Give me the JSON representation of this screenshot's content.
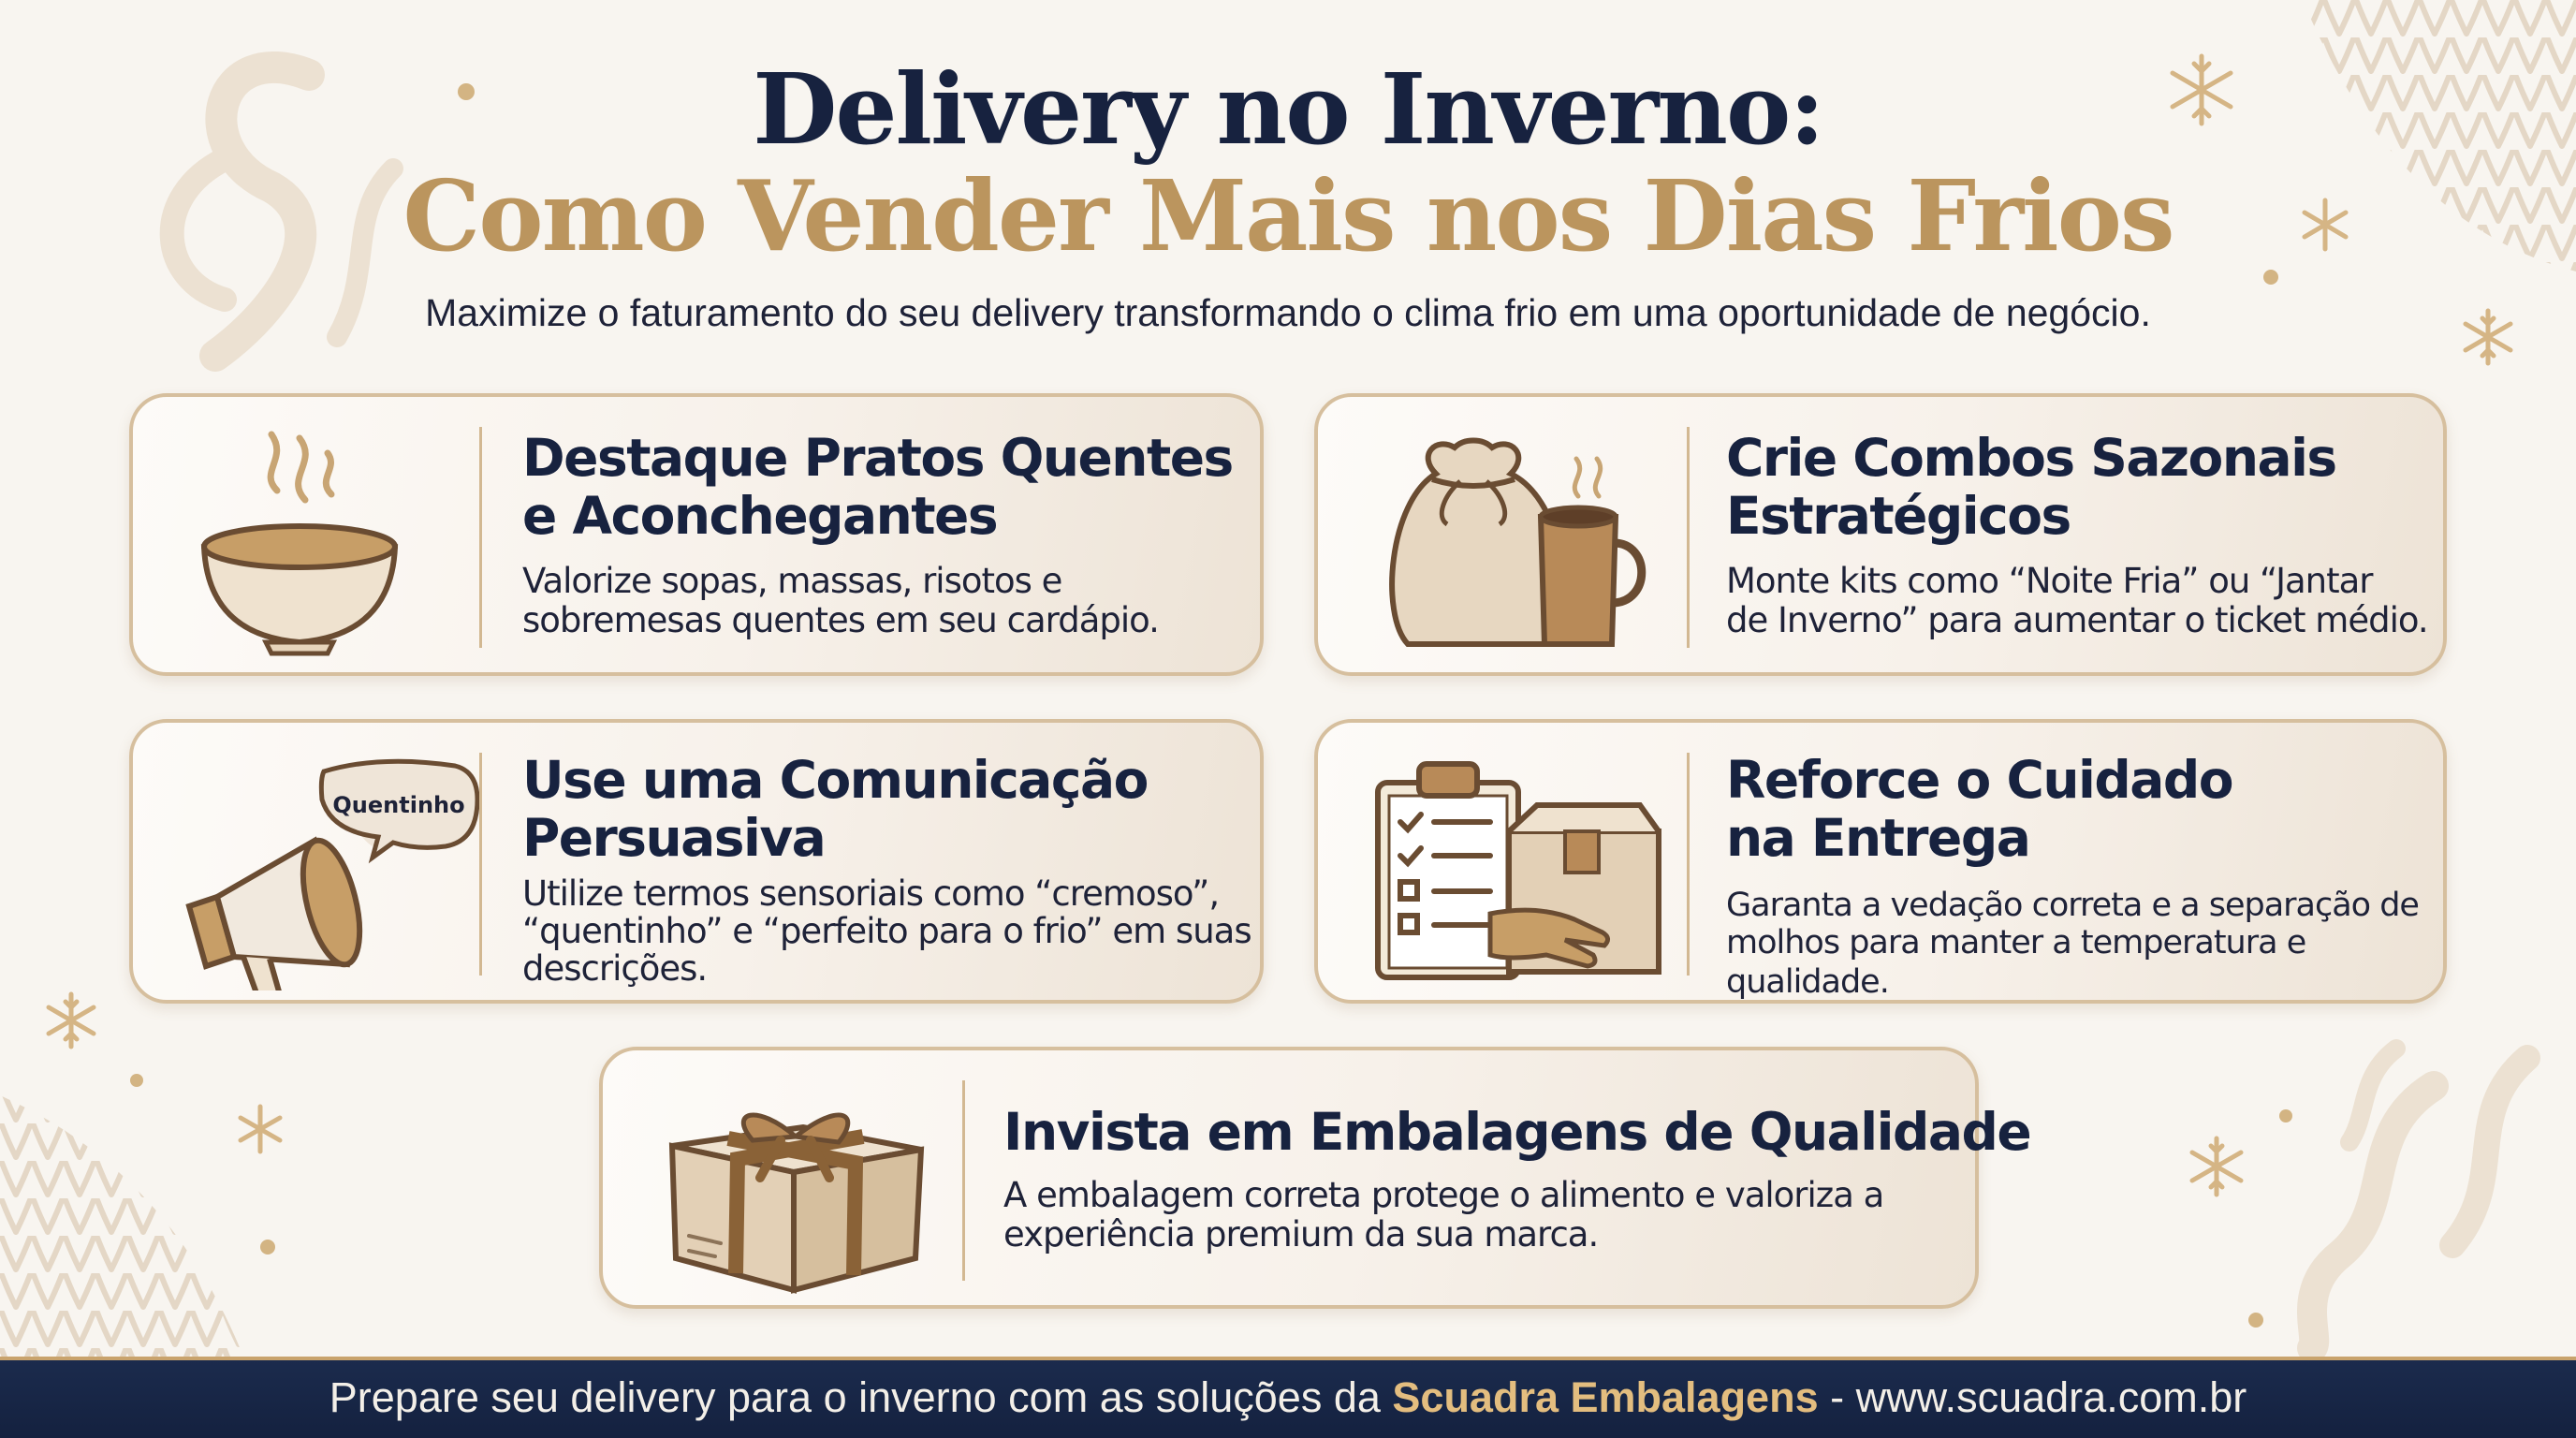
{
  "header": {
    "title_line1": "Delivery no Inverno:",
    "title_line2": "Como Vender Mais nos Dias Frios",
    "subtitle": "Maximize o faturamento do seu delivery transformando o clima frio em uma oportunidade de negócio."
  },
  "cards": [
    {
      "title_line1": "Destaque Pratos Quentes",
      "title_line2": "e Aconchegantes",
      "desc_line1": "Valorize sopas, massas, risotos e",
      "desc_line2": "sobremesas quentes em seu cardápio.",
      "icon": "soup-bowl-icon"
    },
    {
      "title_line1": "Crie Combos Sazonais",
      "title_line2": "Estratégicos",
      "desc_line1": "Monte kits como “Noite Fria” ou “Jantar",
      "desc_line2": "de Inverno” para aumentar o ticket médio.",
      "icon": "sack-and-mug-icon"
    },
    {
      "title_line1": "Use uma Comunicação",
      "title_line2": "Persuasiva",
      "desc_line1": "Utilize termos sensoriais como “cremoso”,",
      "desc_line2": "“quentinho” e “perfeito para o frio” em suas",
      "desc_line3": "descrições.",
      "icon": "megaphone-icon",
      "bubble_text": "Quentinho"
    },
    {
      "title_line1": "Reforce o Cuidado",
      "title_line2": "na Entrega",
      "desc_line1": "Garanta a vedação correta e a separação de",
      "desc_line2": "molhos para manter a temperatura e qualidade.",
      "icon": "clipboard-box-handover-icon"
    },
    {
      "title": "Invista em Embalagens de Qualidade",
      "desc_line1": "A embalagem correta protege o alimento e valoriza a",
      "desc_line2": "experiência premium da sua marca.",
      "icon": "gift-box-icon"
    }
  ],
  "footer": {
    "prefix": "Prepare seu delivery para o inverno com as soluções da ",
    "brand": "Scuadra Embalagens",
    "suffix": " - www.scuadra.com.br"
  },
  "colors": {
    "navy": "#17223f",
    "gold": "#bb955e",
    "background": "#f8f5f0",
    "card_border": "#d6bf9e",
    "footer_bg": "#14213f"
  }
}
